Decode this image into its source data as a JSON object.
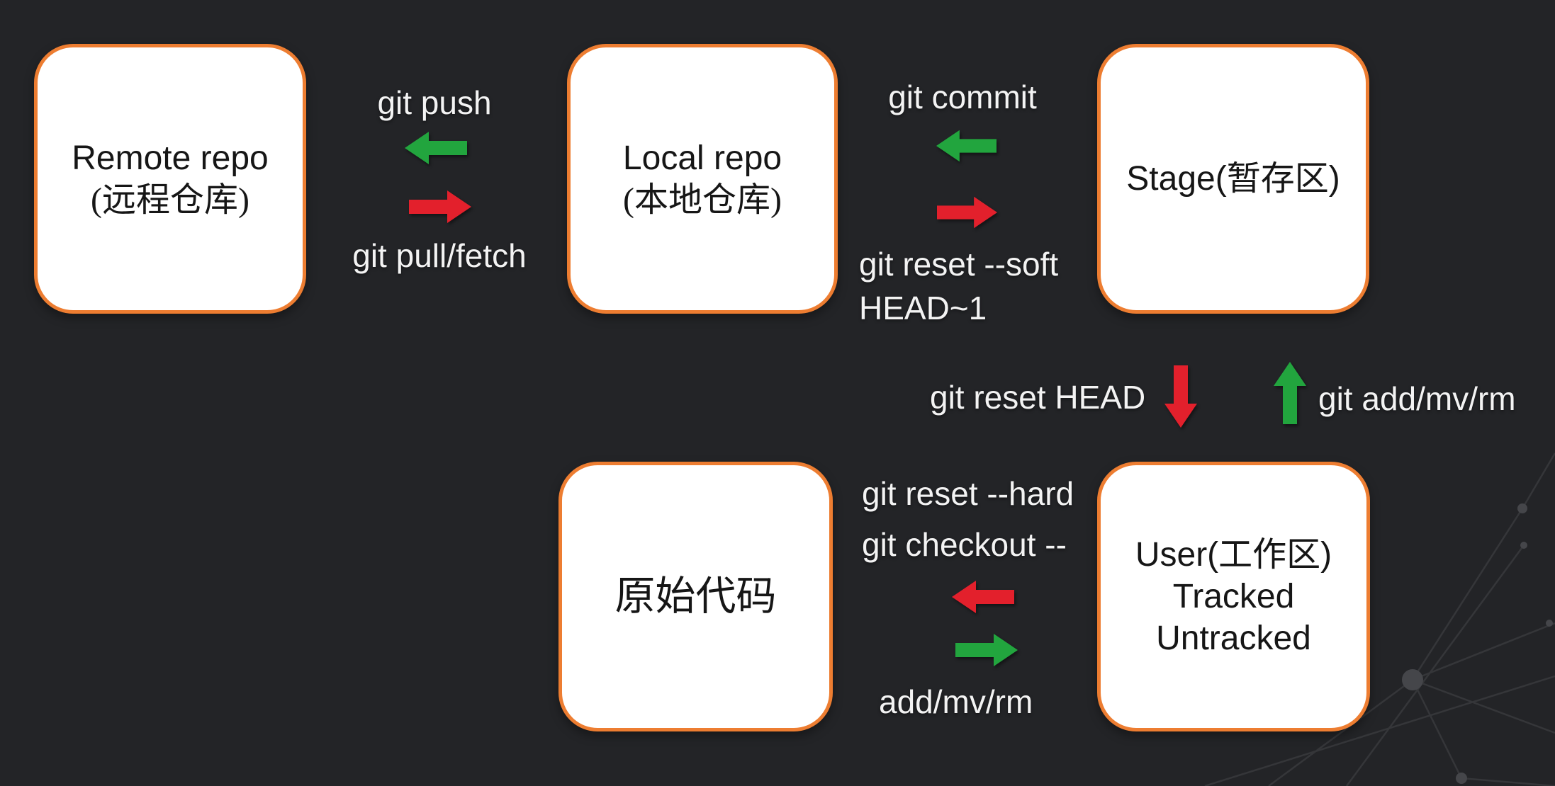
{
  "colors": {
    "background": "#232427",
    "box_fill": "#ffffff",
    "box_border": "#ED7D31",
    "arrow_green": "#22A53E",
    "arrow_red": "#E3202C",
    "label_text": "#F3F3F3",
    "box_text": "#161616"
  },
  "boxes": {
    "remote": {
      "line1": "Remote repo",
      "line2": "(远程仓库)"
    },
    "local": {
      "line1": "Local repo",
      "line2": "(本地仓库)"
    },
    "stage": {
      "line1": "Stage(暂存区)"
    },
    "original": {
      "line1": "原始代码"
    },
    "user": {
      "line1": "User(工作区)",
      "line2": "Tracked",
      "line3": "Untracked"
    }
  },
  "labels": {
    "git_push": "git push",
    "git_pull_fetch": "git pull/fetch",
    "git_commit": "git commit",
    "git_reset_soft_line1": "git reset --soft",
    "git_reset_soft_line2": "HEAD~1",
    "git_reset_head": "git reset HEAD",
    "git_add_mv_rm": "git add/mv/rm",
    "git_reset_hard": "git reset --hard",
    "git_checkout": "git checkout --",
    "add_mv_rm": "add/mv/rm"
  },
  "arrows": {
    "push": {
      "direction": "left",
      "color": "green"
    },
    "pull_fetch": {
      "direction": "right",
      "color": "red"
    },
    "commit": {
      "direction": "left",
      "color": "green"
    },
    "reset_soft": {
      "direction": "right",
      "color": "red"
    },
    "reset_head": {
      "direction": "down",
      "color": "red"
    },
    "add_mv_rm": {
      "direction": "up",
      "color": "green"
    },
    "reset_hard": {
      "direction": "left",
      "color": "red"
    },
    "add_bottom": {
      "direction": "right",
      "color": "green"
    }
  }
}
